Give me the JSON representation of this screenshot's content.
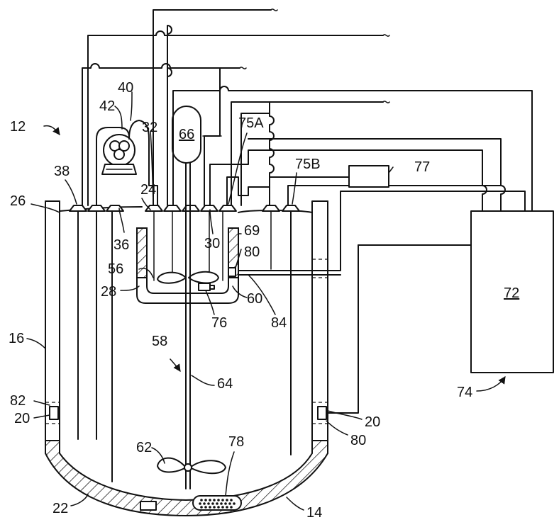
{
  "labels": {
    "l12": "12",
    "l14": "14",
    "l16": "16",
    "l20a": "20",
    "l20b": "20",
    "l22": "22",
    "l24": "24",
    "l26": "26",
    "l28": "28",
    "l30": "30",
    "l32": "32",
    "l36": "36",
    "l38": "38",
    "l40": "40",
    "l42": "42",
    "l56": "56",
    "l58": "58",
    "l60": "60",
    "l62": "62",
    "l64": "64",
    "l66": "66",
    "l69": "69",
    "l72": "72",
    "l74": "74",
    "l75A": "75A",
    "l75B": "75B",
    "l76": "76",
    "l77": "77",
    "l78": "78",
    "l80a": "80",
    "l80b": "80",
    "l82": "82",
    "l84": "84"
  },
  "colors": {
    "line": "#111111",
    "background": "#ffffff"
  }
}
